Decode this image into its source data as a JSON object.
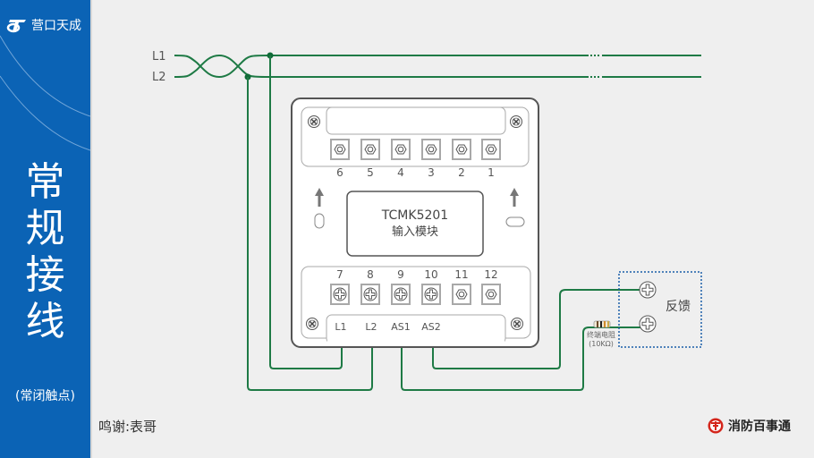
{
  "brand": {
    "name": "营口天成",
    "logo_icon": "tc-logo-icon"
  },
  "title": {
    "chars": [
      "常",
      "规",
      "接",
      "线"
    ],
    "subtitle": "(常闭触点)"
  },
  "bus": {
    "lines": [
      "L1",
      "L2"
    ]
  },
  "module": {
    "model": "TCMK5201",
    "name": "输入模块",
    "top_terminals": [
      "6",
      "5",
      "4",
      "3",
      "2",
      "1"
    ],
    "bottom_terminals": [
      "7",
      "8",
      "9",
      "10",
      "11",
      "12"
    ],
    "bottom_labels": [
      "L1",
      "L2",
      "AS1",
      "AS2"
    ]
  },
  "feedback": {
    "label": "反馈",
    "resistor_label": "终端电阻",
    "resistor_value": "(10KΩ)"
  },
  "footer": {
    "thanks": "鸣谢:表哥",
    "logo_text": "消防百事通"
  },
  "colors": {
    "sidebar": "#0b63b5",
    "wire": "#1e7a45",
    "feedback_border": "#1a5fa8",
    "logo_red": "#d4261c"
  }
}
